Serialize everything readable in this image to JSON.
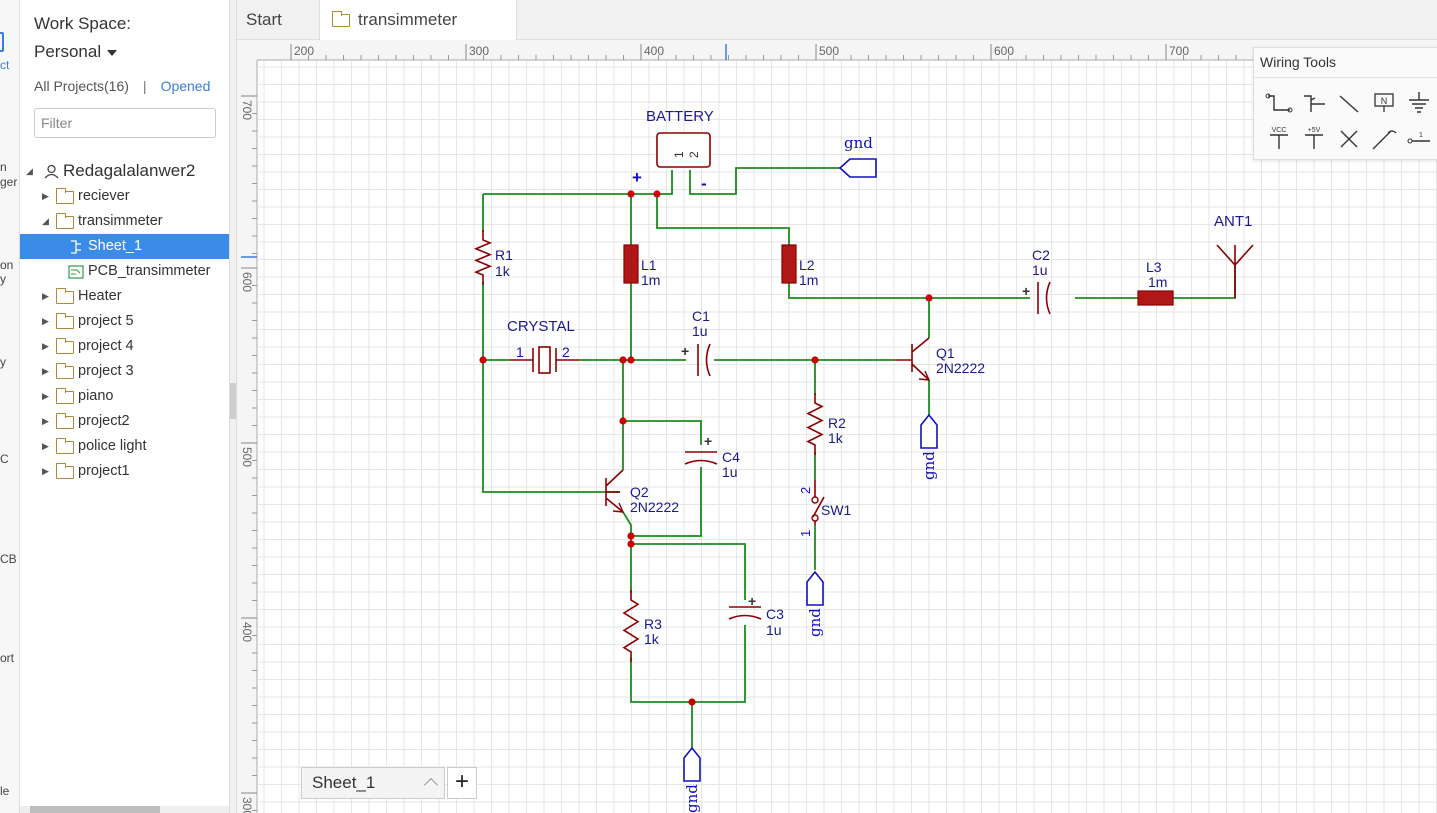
{
  "leftnav": {
    "items": [
      "ct",
      "n",
      "ger",
      "on",
      "y",
      "y",
      "C",
      "CB",
      "ort",
      "le"
    ]
  },
  "workspace": {
    "label": "Work Space:",
    "value": "Personal"
  },
  "project_tabs": {
    "all": "All Projects(16)",
    "separator": "|",
    "opened": "Opened"
  },
  "filter": {
    "placeholder": "Filter"
  },
  "tree": {
    "user": "Redagalalanwer2",
    "items": [
      {
        "label": "reciever",
        "type": "folder",
        "expanded": false
      },
      {
        "label": "transimmeter",
        "type": "folder",
        "expanded": true
      },
      {
        "label": "Sheet_1",
        "type": "schematic",
        "selected": true
      },
      {
        "label": "PCB_transimmeter",
        "type": "pcb"
      },
      {
        "label": "Heater",
        "type": "folder"
      },
      {
        "label": "project 5",
        "type": "folder"
      },
      {
        "label": "project 4",
        "type": "folder"
      },
      {
        "label": "project 3",
        "type": "folder"
      },
      {
        "label": "piano",
        "type": "folder"
      },
      {
        "label": "project2",
        "type": "folder"
      },
      {
        "label": "police light",
        "type": "folder"
      },
      {
        "label": "project1",
        "type": "folder"
      }
    ]
  },
  "tabs": {
    "start": "Start",
    "active": "transimmeter"
  },
  "ruler": {
    "top": [
      "200",
      "300",
      "400",
      "500",
      "600",
      "700"
    ],
    "left": [
      "700",
      "600",
      "500",
      "400",
      "300"
    ]
  },
  "wiring_tools": {
    "title": "Wiring Tools",
    "tools": [
      "wire-icon",
      "bus-icon",
      "line-icon",
      "netlabel-icon",
      "ground-icon",
      "vcc-icon",
      "plus5v-icon",
      "no-connect-icon",
      "probe-icon",
      "pin-icon"
    ],
    "vcc": "VCC",
    "plus5v": "+5V",
    "netlabel": "N"
  },
  "schematic": {
    "battery": {
      "name": "BATTERY",
      "pin1": "1",
      "pin2": "2",
      "plus": "+",
      "minus": "-"
    },
    "gnd": "gnd",
    "r1": {
      "name": "R1",
      "value": "1k"
    },
    "l1": {
      "name": "L1",
      "value": "1m"
    },
    "l2": {
      "name": "L2",
      "value": "1m"
    },
    "c1": {
      "name": "C1",
      "value": "1u"
    },
    "c2": {
      "name": "C2",
      "value": "1u"
    },
    "l3": {
      "name": "L3",
      "value": "1m"
    },
    "ant1": {
      "name": "ANT1"
    },
    "crystal": {
      "name": "CRYSTAL",
      "pin1": "1",
      "pin2": "2"
    },
    "q1": {
      "name": "Q1",
      "value": "2N2222"
    },
    "q2": {
      "name": "Q2",
      "value": "2N2222"
    },
    "r2": {
      "name": "R2",
      "value": "1k"
    },
    "sw1": {
      "name": "SW1",
      "pin1": "1",
      "pin2": "2"
    },
    "c4": {
      "name": "C4",
      "value": "1u"
    },
    "r3": {
      "name": "R3",
      "value": "1k"
    },
    "c3": {
      "name": "C3",
      "value": "1u"
    },
    "polarity": "+"
  },
  "sheet": {
    "tab": "Sheet_1",
    "add": "+"
  },
  "colors": {
    "wire": "#1c8c1c",
    "component": "#8b0000",
    "label": "#1a1a8c",
    "port": "#1010c0",
    "junction": "#cc0000",
    "grid": "#e6e6e6",
    "selected": "#3b8ce8"
  }
}
